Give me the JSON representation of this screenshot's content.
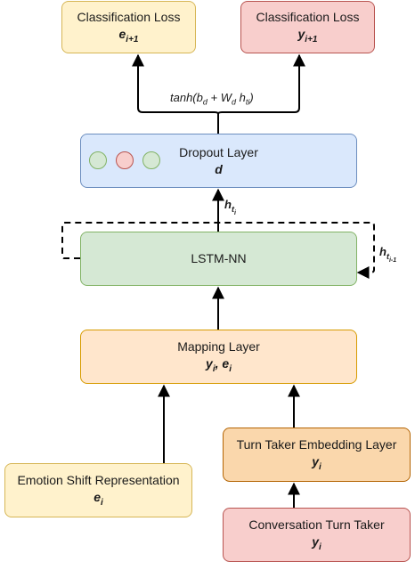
{
  "nodes": {
    "cls_loss_e": {
      "label": "Classification Loss",
      "symbol": "e",
      "subscript": "i+1"
    },
    "cls_loss_y": {
      "label": "Classification Loss",
      "symbol": "y",
      "subscript": "i+1"
    },
    "dropout": {
      "label": "Dropout Layer",
      "symbol": "d"
    },
    "lstm": {
      "label": "LSTM-NN"
    },
    "mapping": {
      "label": "Mapping Layer",
      "symbol": "y",
      "subscript": "i",
      "separator": ", ",
      "symbol2": "e",
      "subscript2": "i"
    },
    "turn_embed": {
      "label": "Turn Taker Embedding Layer",
      "symbol": "y",
      "subscript": "i"
    },
    "emotion": {
      "label": "Emotion Shift Representation",
      "symbol": "e",
      "subscript": "i"
    },
    "turn_taker": {
      "label": "Conversation Turn Taker",
      "symbol": "y",
      "subscript": "i"
    }
  },
  "dropout_dots": [
    {
      "color": "#d5e8d4",
      "stroke": "#82b366"
    },
    {
      "color": "#f8cecc",
      "stroke": "#b85450"
    },
    {
      "color": "#d5e8d4",
      "stroke": "#82b366"
    }
  ],
  "edges": {
    "tanh_formula": {
      "pre": "tanh(b",
      "sub1": "d",
      "mid": " + W",
      "sub2": "d",
      "mid2": " h",
      "sub3": "ti",
      "post": ")"
    },
    "h_ti": {
      "symbol": "h",
      "subscript": "t",
      "subsub": "i"
    },
    "h_ti_minus_1": {
      "symbol": "h",
      "subscript": "t",
      "subsub": "i-1"
    }
  }
}
